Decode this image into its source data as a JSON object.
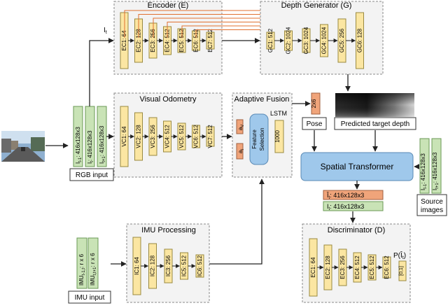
{
  "modules": {
    "encoder": {
      "title": "Encoder (E)",
      "layers": [
        "EC1: 64",
        "EC2: 128",
        "EC3: 256",
        "EC4: 512",
        "EC5: 512",
        "EC6: 512",
        "EC7: 512"
      ]
    },
    "depth_generator": {
      "title": "Depth Generator (G)",
      "layers": [
        "GC1: 512",
        "GC2: 1024",
        "GC3: 1024",
        "GC4: 1024",
        "GC5: 256",
        "GC6: 128"
      ]
    },
    "visual_odometry": {
      "title": "Visual Odometry",
      "layers": [
        "VC1: 64",
        "VC2: 128",
        "VC3: 256",
        "VC4: 512",
        "VC5: 512",
        "VC6: 512",
        "VC7: 512"
      ]
    },
    "adaptive_fusion": {
      "title": "Adaptive Fusion",
      "a_v": "a",
      "a_v_sub": "V",
      "a_i": "a",
      "a_i_sub": "I",
      "feature_selection_line1": "Feature",
      "feature_selection_line2": "Selection",
      "lstm_label": "LSTM",
      "lstm_units": "1000"
    },
    "imu_processing": {
      "title": "IMU Processing",
      "layers": [
        "IC1: 64",
        "IC2: 128",
        "IC3: 256",
        "IC5: 512",
        "IC6: 512"
      ]
    },
    "discriminator": {
      "title": "Discriminator (D)",
      "layers": [
        "EC1: 64",
        "EC2: 128",
        "EC3: 256",
        "EC4: 512",
        "EC5: 512",
        "EC6: 512"
      ],
      "output_label": "P(Î",
      "output_sub": "t",
      "output_close": ")",
      "output_range": "[0,1]"
    }
  },
  "inputs": {
    "rgb": {
      "label": "RGB input",
      "tensors": [
        {
          "sym": "I",
          "sub": "t-1",
          "shape": ": 416x128x3"
        },
        {
          "sym": "I",
          "sub": "t",
          "shape": ": 416x128x3"
        },
        {
          "sym": "I",
          "sub": "t+1",
          "shape": ": 416x128x3"
        }
      ]
    },
    "imu": {
      "label": "IMU input",
      "tensors": [
        {
          "sym": "IMU",
          "sub": "t-1,t",
          "shape": ": r x 6"
        },
        {
          "sym": "IMU",
          "sub": "t,t+1",
          "shape": ": r x 6"
        }
      ]
    },
    "source_images": {
      "label_line1": "Source",
      "label_line2": "images",
      "tensors": [
        {
          "sym": "I",
          "sub": "t-1",
          "shape": ": 416x128x3"
        },
        {
          "sym": "I",
          "sub": "t+1",
          "shape": ": 416x128x3"
        }
      ]
    }
  },
  "outputs": {
    "pose": {
      "label": "Pose",
      "shape": "2x6"
    },
    "predicted_depth": {
      "label": "Predicted target depth"
    },
    "spatial_transformer": {
      "label": "Spatial Transformer"
    },
    "synth": {
      "sym": "Î",
      "sub": "t",
      "shape": ": 416x128x3"
    },
    "target": {
      "sym": "I",
      "sub": "t",
      "shape": ": 416x128x3"
    },
    "it_arrow": {
      "sym": "I",
      "sub": "t"
    }
  },
  "colors": {
    "conv": "#fbe6a2",
    "conv_stroke": "#9a8a40",
    "input_green": "#c9e3b6",
    "orange": "#f0a47a",
    "blue": "#9fc8eb",
    "box_fill": "#f2f2f2",
    "skip": "#e07030"
  }
}
